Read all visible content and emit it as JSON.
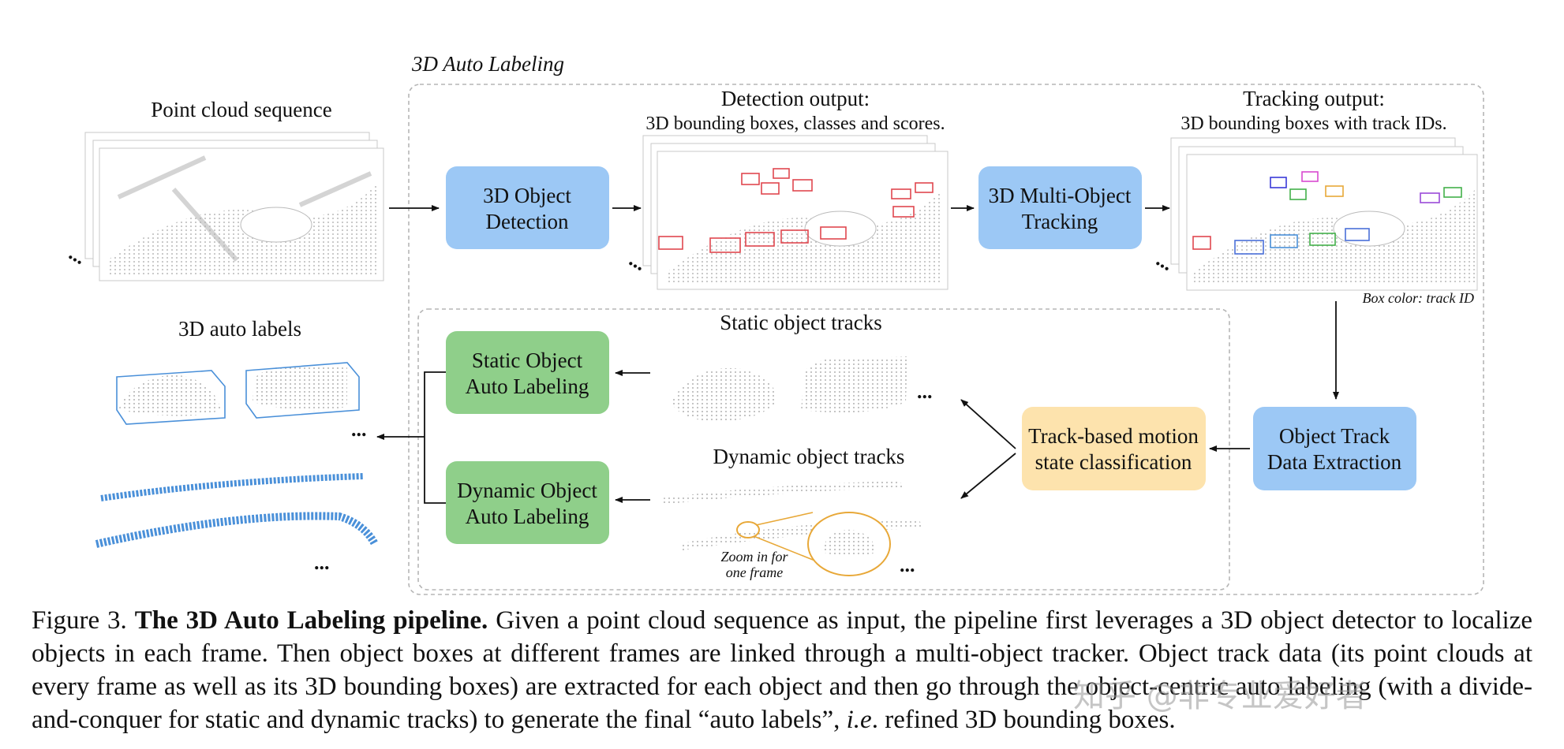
{
  "diagram": {
    "section_title": "3D Auto Labeling",
    "point_cloud_label": "Point cloud sequence",
    "detection_output_title": "Detection output:",
    "detection_output_sub": "3D bounding boxes, classes and scores.",
    "tracking_output_title": "Tracking output:",
    "tracking_output_sub": "3D bounding boxes with track IDs.",
    "box_color_note": "Box color: track ID",
    "auto_labels_label": "3D auto labels",
    "static_tracks_label": "Static object tracks",
    "dynamic_tracks_label": "Dynamic object tracks",
    "zoom_note_line1": "Zoom in for",
    "zoom_note_line2": "one frame",
    "ellipsis": "...",
    "boxes": {
      "detection": [
        "3D Object",
        "Detection"
      ],
      "tracking": [
        "3D Multi-Object",
        "Tracking"
      ],
      "static_label": [
        "Static Object",
        "Auto Labeling"
      ],
      "dynamic_label": [
        "Dynamic Object",
        "Auto Labeling"
      ],
      "motion": [
        "Track-based motion",
        "state classification"
      ],
      "extraction": [
        "Object Track",
        "Data Extraction"
      ]
    },
    "colors": {
      "blue_box": "#9cc8f5",
      "green_box": "#8fcf8a",
      "orange_box": "#fde3ad",
      "detect_boxes": "#e0474f",
      "track_lines": "#4a90d9",
      "zoom_circle": "#e8a838"
    }
  },
  "caption": {
    "figure_label": "Figure 3.",
    "bold_title": "The 3D Auto Labeling pipeline.",
    "text_1": "Given a point cloud sequence as input, the pipeline first leverages a 3D object detector to localize objects in each frame. Then object boxes at different frames are linked through a multi-object tracker. Object track data (its point clouds at every frame as well as its 3D bounding boxes) are extracted for each object and then go through the object-centric auto labeling (with a divide-and-conquer for static and dynamic tracks) to generate the final “auto labels”,",
    "italic_ie": "i.e",
    "text_2": ". refined 3D bounding boxes."
  },
  "watermark": "知乎 @非专业爱好者"
}
